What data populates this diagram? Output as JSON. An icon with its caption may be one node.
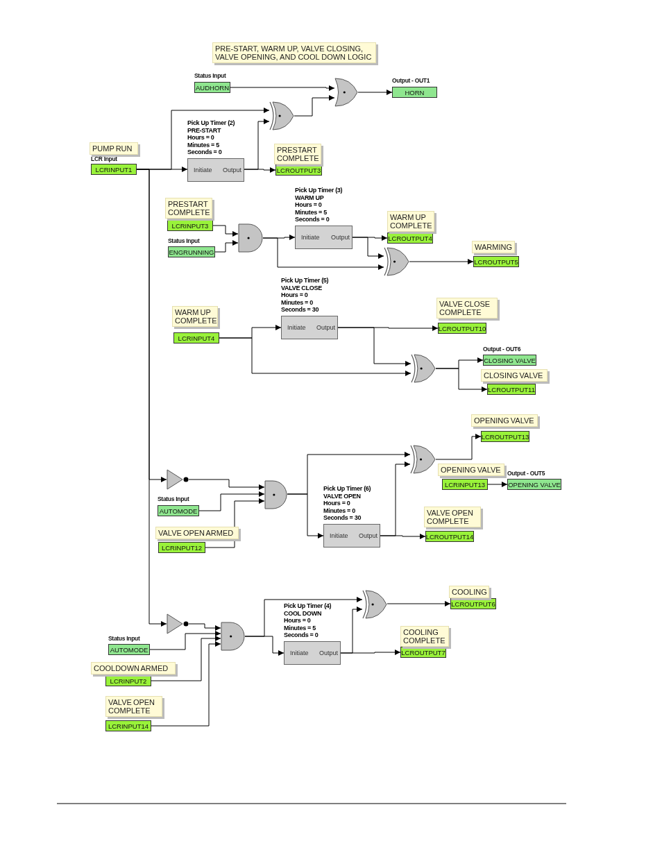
{
  "diagram": {
    "title": "PRE-START, WARM UP, VALVE CLOSING, VALVE OPENING, AND COOL DOWN LOGIC",
    "nodes": [
      {
        "text": [
          "AUDHORN"
        ],
        "beside": [
          "Status Input"
        ]
      },
      {
        "text": [],
        "shape": "or"
      },
      {
        "text": [
          "HORN"
        ],
        "beside": [
          "Output - OUT1"
        ]
      },
      {
        "text": [],
        "shape": "xor"
      },
      {
        "text": [
          "LCRINPUT1"
        ],
        "beside": [
          "PUMP RUN",
          "LCR Input"
        ]
      },
      {
        "text": [
          "Pick Up Timer (2)",
          "PRE-START",
          "Hours = 0",
          "Minutes = 5",
          "Seconds = 0",
          "Initiate",
          "Output"
        ]
      },
      {
        "text": [
          "LCROUTPUT3"
        ],
        "beside": [
          "PRESTART COMPLETE"
        ]
      },
      {
        "text": [
          "LCRINPUT3"
        ],
        "beside": [
          "PRESTART COMPLETE"
        ]
      },
      {
        "text": [
          "ENGRUNNING"
        ],
        "beside": [
          "Status Input"
        ]
      },
      {
        "text": [],
        "shape": "and"
      },
      {
        "text": [
          "Pick Up Timer (3)",
          "WARM UP",
          "Hours = 0",
          "Minutes = 5",
          "Seconds = 0",
          "Initiate",
          "Output"
        ]
      },
      {
        "text": [
          "LCROUTPUT4"
        ],
        "beside": [
          "WARM UP COMPLETE"
        ]
      },
      {
        "text": [],
        "shape": "xor"
      },
      {
        "text": [
          "LCROUTPUT5"
        ],
        "beside": [
          "WARMING"
        ]
      },
      {
        "text": [
          "LCRINPUT4"
        ],
        "beside": [
          "WARM UP COMPLETE"
        ]
      },
      {
        "text": [
          "Pick Up Timer (5)",
          "VALVE CLOSE",
          "Hours = 0",
          "Minutes = 0",
          "Seconds = 30",
          "Initiate",
          "Output"
        ]
      },
      {
        "text": [
          "LCROUTPUT10"
        ],
        "beside": [
          "VALVE CLOSE COMPLETE"
        ]
      },
      {
        "text": [],
        "shape": "xor"
      },
      {
        "text": [
          "CLOSING VALVE"
        ],
        "beside": [
          "Output - OUT6"
        ]
      },
      {
        "text": [
          "LCROUTPUT11"
        ],
        "beside": [
          "CLOSING VALVE"
        ]
      },
      {
        "text": [],
        "shape": "not"
      },
      {
        "text": [
          "AUTOMODE"
        ],
        "beside": [
          "Status Input"
        ]
      },
      {
        "text": [
          "LCRINPUT12"
        ],
        "beside": [
          "VALVE OPEN ARMED"
        ]
      },
      {
        "text": [],
        "shape": "and"
      },
      {
        "text": [],
        "shape": "xor"
      },
      {
        "text": [
          "LCROUTPUT13"
        ],
        "beside": [
          "OPENING VALVE"
        ]
      },
      {
        "text": [
          "Pick Up Timer (6)",
          "VALVE OPEN",
          "Hours = 0",
          "Minutes = 0",
          "Seconds = 30",
          "Initiate",
          "Output"
        ]
      },
      {
        "text": [
          "LCRINPUT13"
        ],
        "beside": [
          "OPENING VALVE"
        ]
      },
      {
        "text": [
          "OPENING VALVE"
        ],
        "beside": [
          "Output - OUT5"
        ]
      },
      {
        "text": [
          "LCROUTPUT14"
        ],
        "beside": [
          "VALVE OPEN COMPLETE"
        ]
      },
      {
        "text": [],
        "shape": "not"
      },
      {
        "text": [
          "AUTOMODE"
        ],
        "beside": [
          "Status Input"
        ]
      },
      {
        "text": [
          "LCRINPUT2"
        ],
        "beside": [
          "COOLDOWN ARMED"
        ]
      },
      {
        "text": [
          "LCRINPUT14"
        ],
        "beside": [
          "VALVE OPEN COMPLETE"
        ]
      },
      {
        "text": [],
        "shape": "and"
      },
      {
        "text": [
          "Pick Up Timer (4)",
          "COOL DOWN",
          "Hours = 0",
          "Minutes = 5",
          "Seconds = 0",
          "Initiate",
          "Output"
        ]
      },
      {
        "text": [],
        "shape": "xor"
      },
      {
        "text": [
          "LCROUTPUT6"
        ],
        "beside": [
          "COOLING"
        ]
      },
      {
        "text": [
          "LCROUTPUT7"
        ],
        "beside": [
          "COOLING COMPLETE"
        ]
      }
    ],
    "edges": [
      {
        "from": 0,
        "to": 1,
        "arrow": "to"
      },
      {
        "from": 3,
        "to": 1,
        "arrow": "to"
      },
      {
        "from": 1,
        "to": 2,
        "arrow": "to"
      },
      {
        "from": 4,
        "to": 3,
        "arrow": "to"
      },
      {
        "from": 4,
        "to": 5,
        "arrow": "to"
      },
      {
        "from": 5,
        "to": 3,
        "arrow": "to"
      },
      {
        "from": 5,
        "to": 6,
        "arrow": "to"
      },
      {
        "from": 4,
        "to": 20,
        "arrow": "to"
      },
      {
        "from": 4,
        "to": 30,
        "arrow": "to"
      },
      {
        "from": 7,
        "to": 9,
        "arrow": "to"
      },
      {
        "from": 8,
        "to": 9,
        "arrow": "to"
      },
      {
        "from": 9,
        "to": 10,
        "arrow": "to"
      },
      {
        "from": 9,
        "to": 12,
        "arrow": "to"
      },
      {
        "from": 10,
        "to": 11,
        "arrow": "to"
      },
      {
        "from": 10,
        "to": 12,
        "arrow": "to"
      },
      {
        "from": 12,
        "to": 13,
        "arrow": "to"
      },
      {
        "from": 14,
        "to": 15,
        "arrow": "to"
      },
      {
        "from": 14,
        "to": 17,
        "arrow": "to"
      },
      {
        "from": 15,
        "to": 16,
        "arrow": "to"
      },
      {
        "from": 15,
        "to": 17,
        "arrow": "to"
      },
      {
        "from": 17,
        "to": 18,
        "arrow": "to"
      },
      {
        "from": 17,
        "to": 19,
        "arrow": "to"
      },
      {
        "from": 20,
        "to": 23,
        "arrow": "to"
      },
      {
        "from": 21,
        "to": 23,
        "arrow": "to"
      },
      {
        "from": 22,
        "to": 23,
        "arrow": "to"
      },
      {
        "from": 23,
        "to": 24,
        "arrow": "to"
      },
      {
        "from": 23,
        "to": 26,
        "arrow": "to"
      },
      {
        "from": 26,
        "to": 24,
        "arrow": "to"
      },
      {
        "from": 26,
        "to": 29,
        "arrow": "to"
      },
      {
        "from": 24,
        "to": 25,
        "arrow": "to"
      },
      {
        "from": 27,
        "to": 28,
        "arrow": "to"
      },
      {
        "from": 30,
        "to": 34,
        "arrow": "to"
      },
      {
        "from": 31,
        "to": 34,
        "arrow": "to"
      },
      {
        "from": 32,
        "to": 34,
        "arrow": "to"
      },
      {
        "from": 33,
        "to": 34,
        "arrow": "to"
      },
      {
        "from": 34,
        "to": 36,
        "arrow": "to"
      },
      {
        "from": 34,
        "to": 35,
        "arrow": "to"
      },
      {
        "from": 35,
        "to": 36,
        "arrow": "to"
      },
      {
        "from": 35,
        "to": 38,
        "arrow": "to"
      },
      {
        "from": 36,
        "to": 37,
        "arrow": "to"
      }
    ]
  }
}
